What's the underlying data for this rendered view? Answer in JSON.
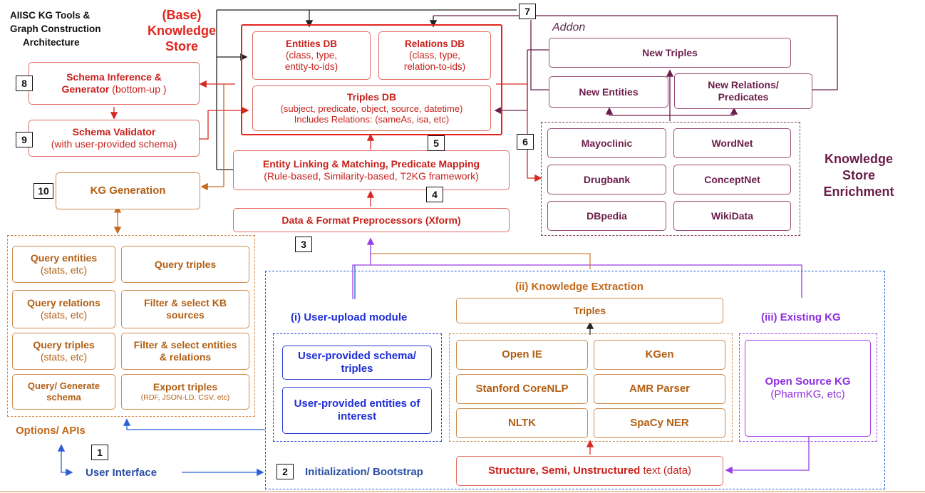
{
  "title": [
    "AIISC KG Tools &",
    "Graph Construction",
    "Architecture"
  ],
  "base_store_title": [
    "(Base)",
    "Knowledge",
    "Store"
  ],
  "entities_db": {
    "title": "Entities DB",
    "line1": "(class, type,",
    "line2": "entity-to-ids)"
  },
  "relations_db": {
    "title": "Relations DB",
    "line1": "(class, type,",
    "line2": "relation-to-ids)"
  },
  "triples_db": {
    "title": "Triples DB",
    "line1": "(subject, predicate, object, source, datetime)",
    "line2": "Includes Relations: (sameAs, isa, etc)"
  },
  "schema_inference": {
    "bold": "Schema Inference &",
    "bold2": "Generator",
    "normal": " (bottom-up )"
  },
  "schema_validator": {
    "bold": "Schema Validator",
    "normal": "(with user-provided schema)"
  },
  "kg_generation": "KG Generation",
  "entity_linking": {
    "bold": "Entity Linking & Matching, Predicate Mapping",
    "normal": "(Rule-based, Similarity-based, T2KG framework)"
  },
  "preprocessors": "Data & Format Preprocessors (Xform)",
  "addon": {
    "label": "Addon",
    "new_triples": "New Triples",
    "new_entities": "New Entities",
    "new_relations": [
      "New Relations/",
      "Predicates"
    ]
  },
  "enrichment": {
    "label": [
      "Knowledge",
      "Store",
      "Enrichment"
    ],
    "sources": [
      "Mayoclinic",
      "WordNet",
      "Drugbank",
      "ConceptNet",
      "DBpedia",
      "WikiData"
    ]
  },
  "options": {
    "label": "Options/ APIs",
    "items": [
      {
        "title": "Query entities",
        "sub": "(stats, etc)"
      },
      {
        "title": "Query triples",
        "sub": ""
      },
      {
        "title": "Query relations",
        "sub": "(stats, etc)"
      },
      {
        "title": "Filter & select KB sources",
        "sub": ""
      },
      {
        "title": "Query triples",
        "sub": "(stats, etc)"
      },
      {
        "title": "Filter & select entities & relations",
        "sub": ""
      },
      {
        "title": "Query/ Generate schema",
        "sub": ""
      },
      {
        "title": "Export triples",
        "sub": "(RDF, JSON-LD, CSV, etc)"
      }
    ]
  },
  "user_interface": "User Interface",
  "initialization": "Initialization/ Bootstrap",
  "user_upload": {
    "label": "(i) User-upload module",
    "schema": "User-provided schema/ triples",
    "entities": "User-provided entities of interest"
  },
  "knowledge_extraction": {
    "label": "(ii) Knowledge Extraction",
    "triples": "Triples",
    "tools": [
      "Open IE",
      "KGen",
      "Stanford CoreNLP",
      "AMR Parser",
      "NLTK",
      "SpaCy NER"
    ]
  },
  "existing_kg": {
    "label": "(iii) Existing KG",
    "box": "Open Source KG",
    "sub": "(PharmKG, etc)"
  },
  "text_data": {
    "bold": "Structure, Semi, Unstructured",
    "normal": " text (data)"
  },
  "step_numbers": [
    "1",
    "2",
    "3",
    "4",
    "5",
    "6",
    "7",
    "8",
    "9",
    "10"
  ],
  "colors": {
    "red": "#c7211c",
    "orange": "#b25f14",
    "maroon": "#6b1d4a",
    "blue": "#1f2fd6",
    "purple": "#8e2ee0"
  }
}
